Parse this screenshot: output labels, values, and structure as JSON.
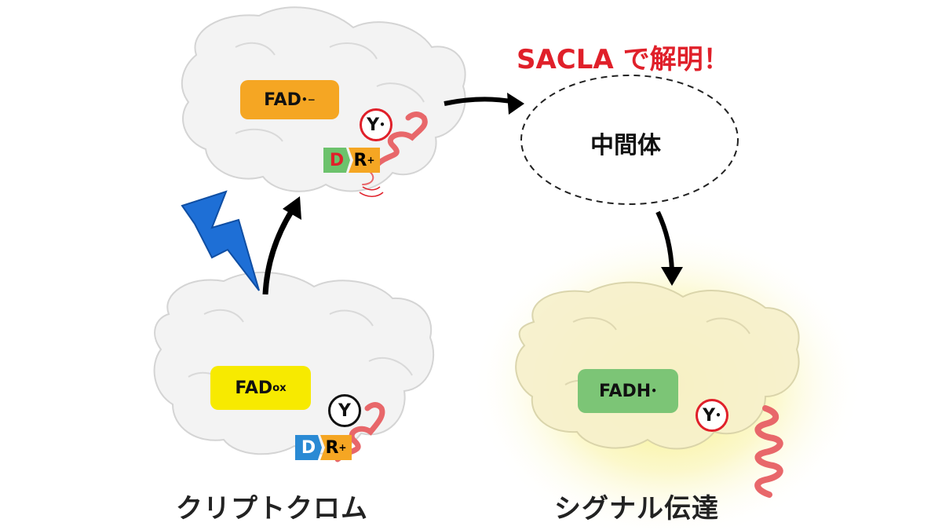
{
  "headline": "SACLA で解明！",
  "intermediate_label": "中間体",
  "captions": {
    "left": "クリプトクロム",
    "right": "シグナル伝達"
  },
  "states": {
    "top": {
      "fad_label": "FAD",
      "fad_sup": "•−",
      "fad_color": "#f5a623",
      "tyr_label": "Y",
      "tyr_sup": "•",
      "tyr_ring_color": "#e0202a",
      "asp_label": "D",
      "asp_color": "#e0202a",
      "asp_tag_color": "#6cc26c",
      "arg_label": "R",
      "arg_sup": "+",
      "arg_tag_color": "#f5a623"
    },
    "bottom_left": {
      "fad_label": "FAD",
      "fad_sub": "ox",
      "fad_color": "#f7ea00",
      "tyr_label": "Y",
      "tyr_ring_color": "#111111",
      "asp_label": "D",
      "asp_color": "#ffffff",
      "asp_tag_color": "#2a8ad4",
      "arg_label": "R",
      "arg_sup": "+",
      "arg_tag_color": "#f5a623"
    },
    "bottom_right": {
      "fad_label": "FADH",
      "fad_sup": "•",
      "fad_color": "#7cc576",
      "tyr_label": "Y",
      "tyr_sup": "•",
      "tyr_ring_color": "#e0202a",
      "glow_color": "#f7f08a"
    }
  },
  "colors": {
    "arrow": "#000000",
    "lightning": "#1e6fd6",
    "helix": "#e8676a",
    "protein": "#f2f2f2"
  }
}
